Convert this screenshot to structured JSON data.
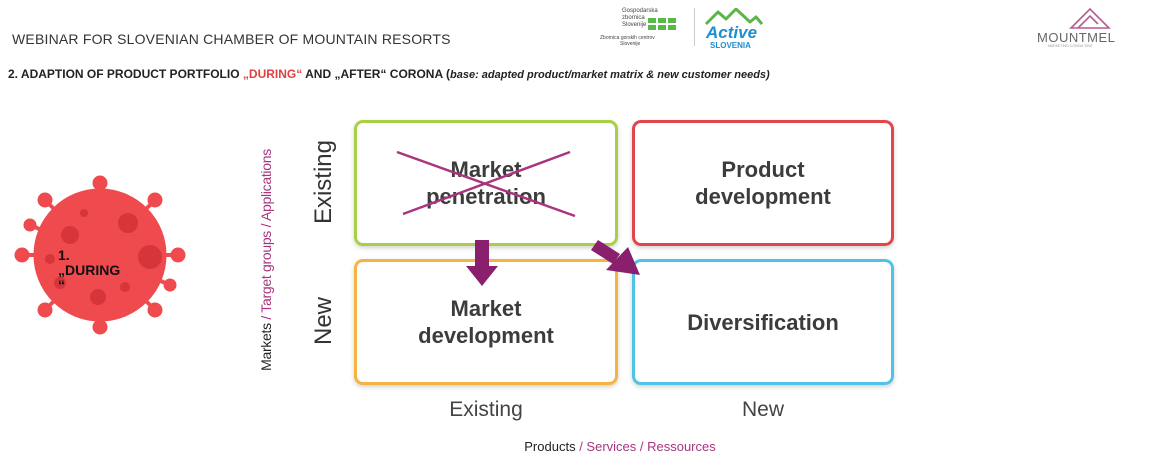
{
  "header": {
    "title": "WEBINAR FOR SLOVENIAN CHAMBER OF MOUNTAIN RESORTS",
    "logo_gz_lines": [
      "Gospodarska",
      "zbornica",
      "Slovenije"
    ],
    "logo_gz_sub": [
      "Zbornica gorskih centrov",
      "Slovenije"
    ],
    "logo_active": [
      "Active",
      "SLOVENIA"
    ],
    "logo_mountmel": "MOUNTMEL",
    "logo_mountmel_sub": "MARKETING CONSULTING"
  },
  "subtitle": {
    "part1": "2. ADAPTION OF PRODUCT PORTFOLIO",
    "part2": " „DURING“",
    "part3": " AND „AFTER“ CORONA (",
    "part4": "base: adapted product/market matrix & new customer needs)"
  },
  "matrix": {
    "cells": {
      "top_left": "Market\npenetration",
      "top_right": "Product\ndevelopment",
      "bottom_left": "Market\ndevelopment",
      "bottom_right": "Diversification"
    },
    "row_labels": [
      "Existing",
      "New"
    ],
    "col_labels": [
      "Existing",
      "New"
    ],
    "colors": {
      "green": "#a9cf46",
      "red": "#e0474c",
      "orange": "#f5b342",
      "blue": "#4fc3e6",
      "arrow": "#8a1f6e",
      "cross": "#a8357e"
    }
  },
  "axis": {
    "y_part1": "Markets",
    "y_part2": " / Target groups / Applications",
    "x_part1": "Products",
    "x_part2": " / Services / Ressources"
  },
  "virus": {
    "label": "1.\n„DURING\n“",
    "color": "#ef4a4e"
  }
}
